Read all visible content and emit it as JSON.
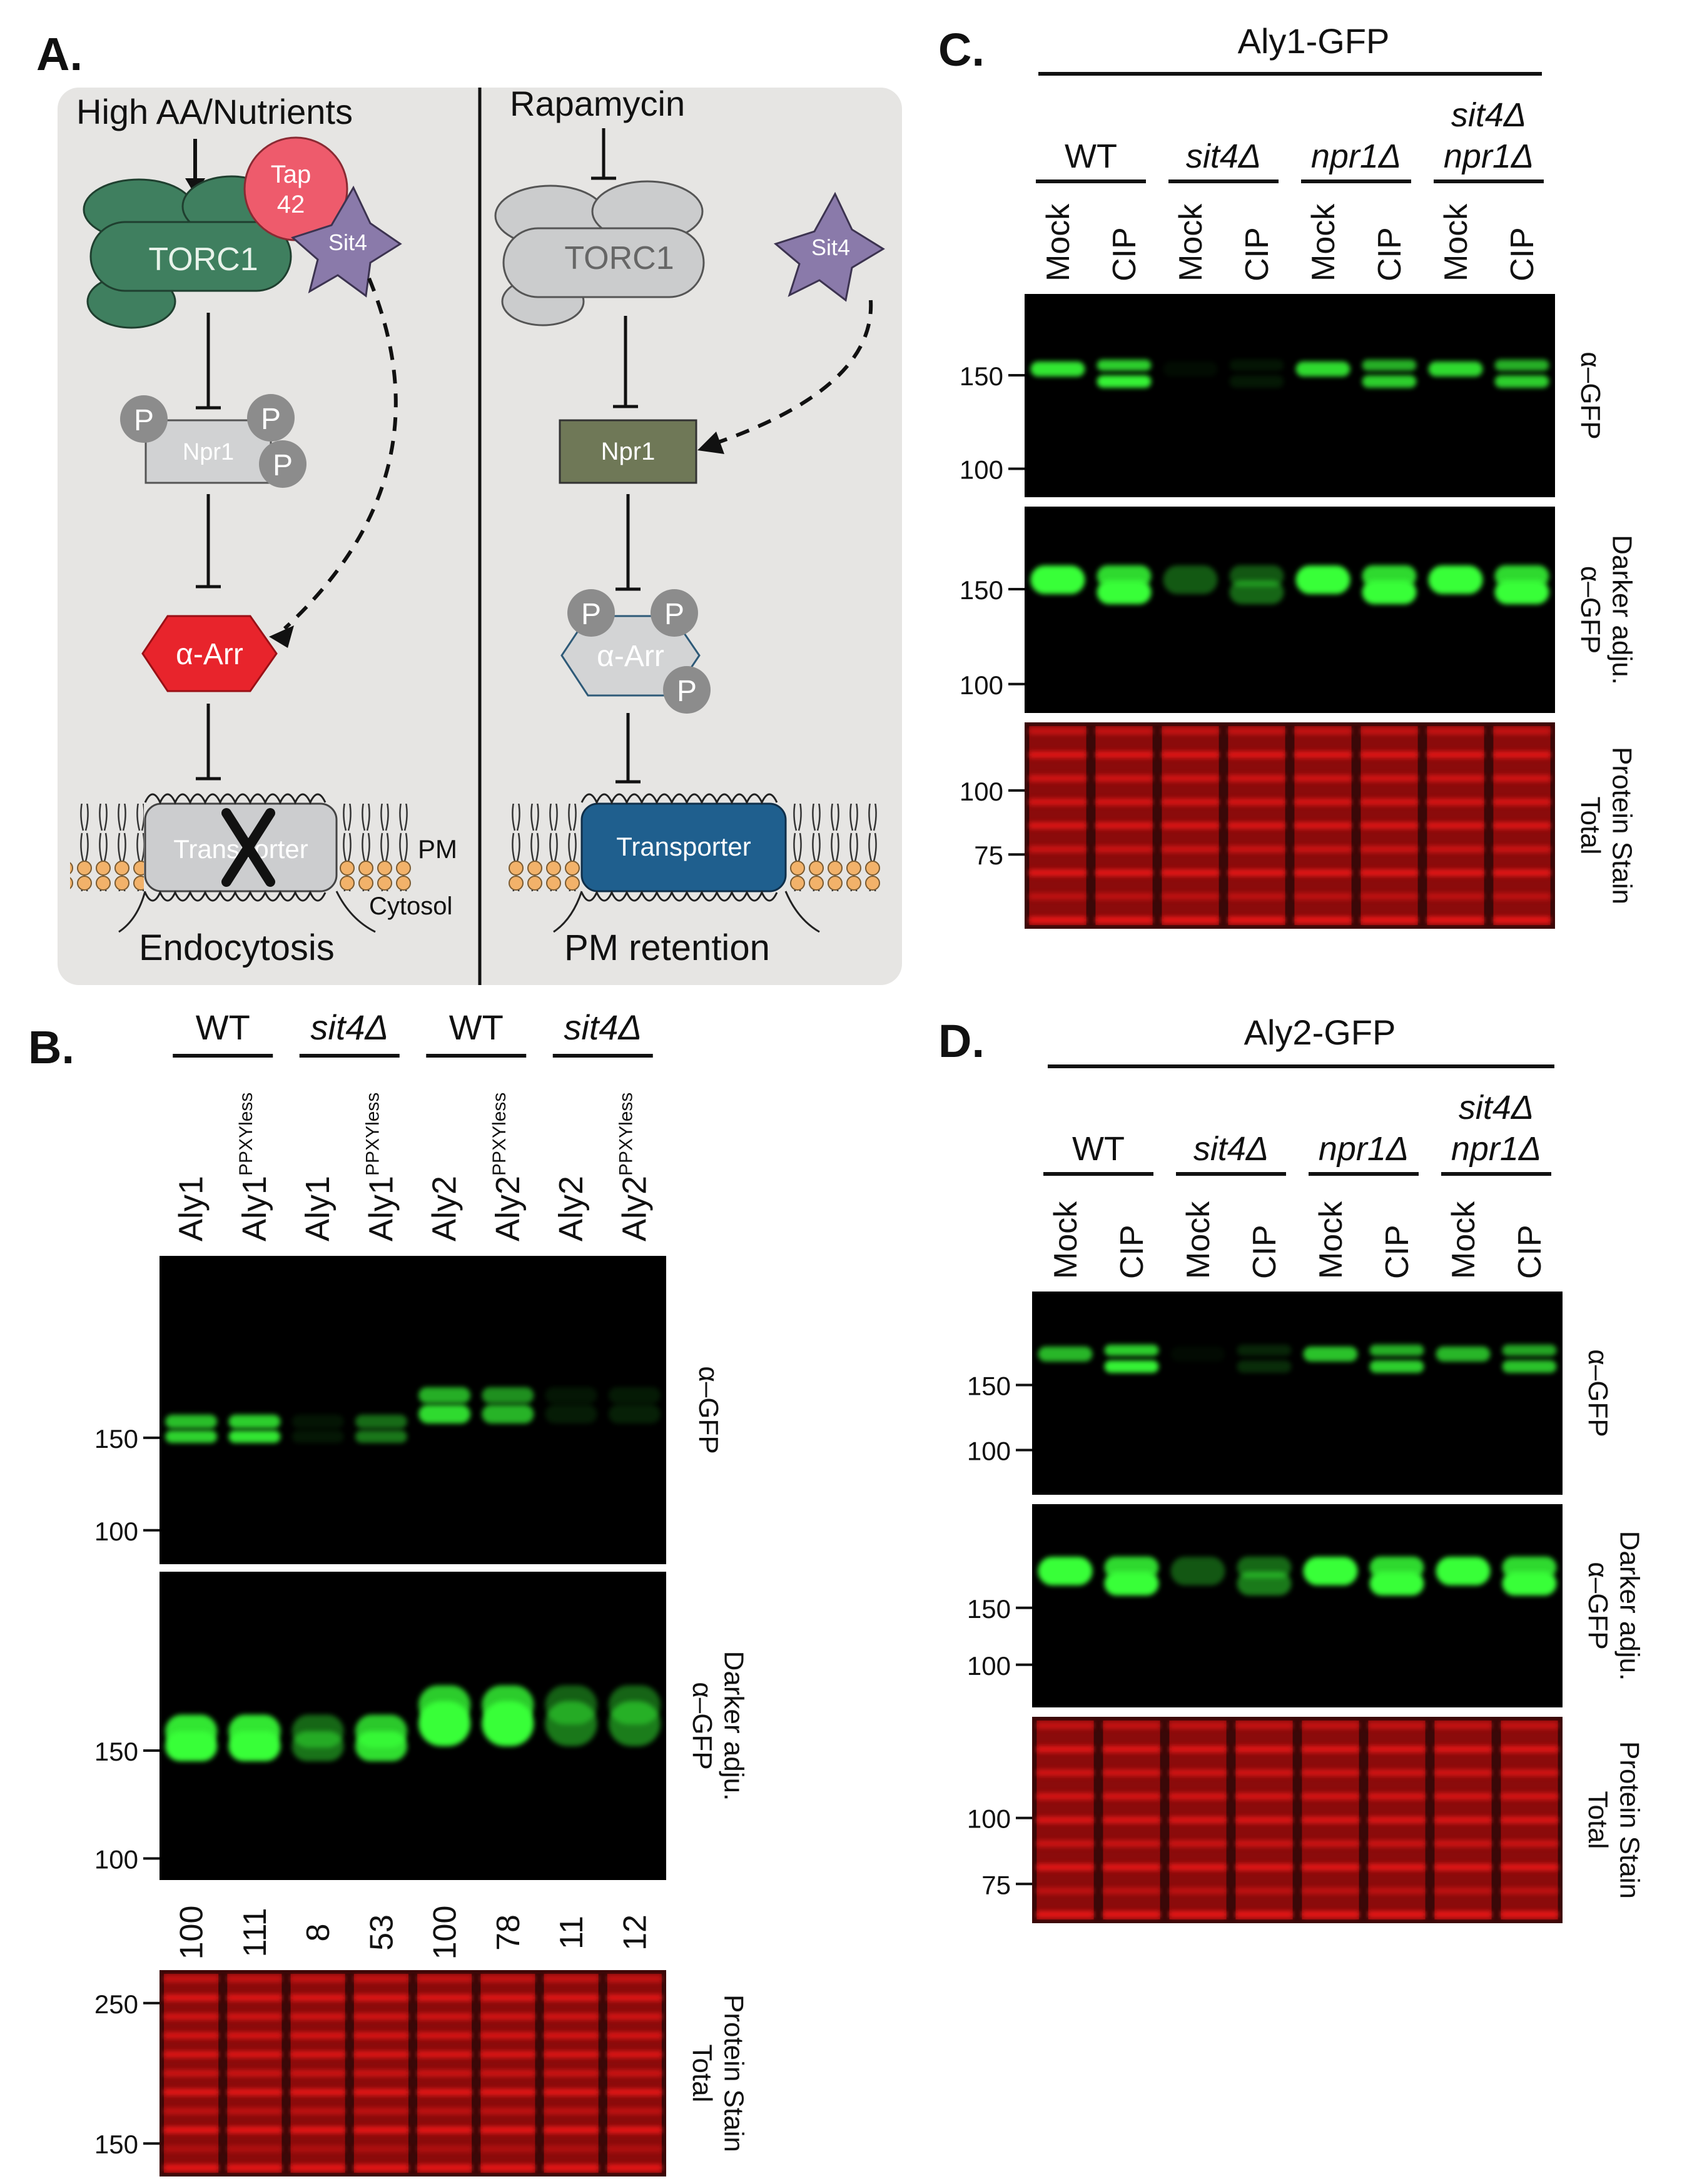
{
  "panel_a": {
    "label": "A.",
    "left": {
      "condition": "High AA/Nutrients",
      "torc1": "TORC1",
      "tap42": [
        "Tap",
        "42"
      ],
      "sit4": "Sit4",
      "p": "P",
      "npr1": "Npr1",
      "arr": "α-Arr",
      "transporter": "Transporter",
      "pm": "PM",
      "cytosol": "Cytosol",
      "outcome": "Endocytosis"
    },
    "right": {
      "condition": "Rapamycin",
      "torc1": "TORC1",
      "sit4": "Sit4",
      "p": "P",
      "npr1": "Npr1",
      "arr": "α-Arr",
      "transporter": "Transporter",
      "outcome": "PM retention"
    }
  },
  "panel_b": {
    "label": "B.",
    "groups": [
      "WT",
      "sit4Δ",
      "WT",
      "sit4Δ"
    ],
    "lanes": [
      {
        "base": "Aly1",
        "sup": ""
      },
      {
        "base": "Aly1",
        "sup": "PPXYless"
      },
      {
        "base": "Aly1",
        "sup": ""
      },
      {
        "base": "Aly1",
        "sup": "PPXYless"
      },
      {
        "base": "Aly2",
        "sup": ""
      },
      {
        "base": "Aly2",
        "sup": "PPXYless"
      },
      {
        "base": "Aly2",
        "sup": ""
      },
      {
        "base": "Aly2",
        "sup": "PPXYless"
      }
    ],
    "blot1": {
      "label": "α–GFP",
      "markers": [
        "150",
        "100"
      ]
    },
    "blot2": {
      "label_lines": [
        "α–GFP",
        "Darker adju."
      ],
      "markers": [
        "150",
        "100"
      ]
    },
    "quant": [
      "100",
      "111",
      "8",
      "53",
      "100",
      "78",
      "11",
      "12"
    ],
    "blot3": {
      "label_lines": [
        "Total",
        "Protein Stain"
      ],
      "markers": [
        "250",
        "150"
      ]
    },
    "band_intensity": [
      0.92,
      1.0,
      0.1,
      0.52,
      0.95,
      0.78,
      0.12,
      0.14
    ]
  },
  "panel_c": {
    "label": "C.",
    "title": "Aly1-GFP",
    "groups": [
      "WT",
      "sit4Δ",
      "npr1Δ",
      [
        "sit4Δ",
        "npr1Δ"
      ]
    ],
    "lanes": [
      "Mock",
      "CIP",
      "Mock",
      "CIP",
      "Mock",
      "CIP",
      "Mock",
      "CIP"
    ],
    "blot1": {
      "label": "α–GFP",
      "markers": [
        "150",
        "100"
      ]
    },
    "blot2": {
      "label_lines": [
        "α–GFP",
        "Darker adju."
      ],
      "markers": [
        "150",
        "100"
      ]
    },
    "blot3": {
      "label_lines": [
        "Total",
        "Protein Stain"
      ],
      "markers": [
        "100",
        "75"
      ]
    },
    "band_intensity": [
      0.95,
      1.0,
      0.05,
      0.1,
      0.9,
      0.85,
      0.9,
      0.85
    ]
  },
  "panel_d": {
    "label": "D.",
    "title": "Aly2-GFP",
    "groups": [
      "WT",
      "sit4Δ",
      "npr1Δ",
      [
        "sit4Δ",
        "npr1Δ"
      ]
    ],
    "lanes": [
      "Mock",
      "CIP",
      "Mock",
      "CIP",
      "Mock",
      "CIP",
      "Mock",
      "CIP"
    ],
    "blot1": {
      "label": "α–GFP",
      "markers": [
        "150",
        "100"
      ]
    },
    "blot2": {
      "label_lines": [
        "α–GFP",
        "Darker adju."
      ],
      "markers": [
        "150",
        "100"
      ]
    },
    "blot3": {
      "label_lines": [
        "Total",
        "Protein Stain"
      ],
      "markers": [
        "100",
        "75"
      ]
    },
    "band_intensity": [
      0.75,
      1.0,
      0.04,
      0.18,
      0.8,
      0.85,
      0.75,
      0.8
    ]
  },
  "colors": {
    "torc1_green": "#3f7f5f",
    "tap42_pink": "#ee5b6c",
    "sit4_purple": "#8a7aaa",
    "arr_red": "#e8242c",
    "npr1_olive": "#6f7857",
    "transporter_blue": "#1f5f8e",
    "lipid_orange": "#f2b26a",
    "panel_bg": "#e6e5e3",
    "gfp_band": "#39ff39",
    "stain_red": "#d01010"
  }
}
